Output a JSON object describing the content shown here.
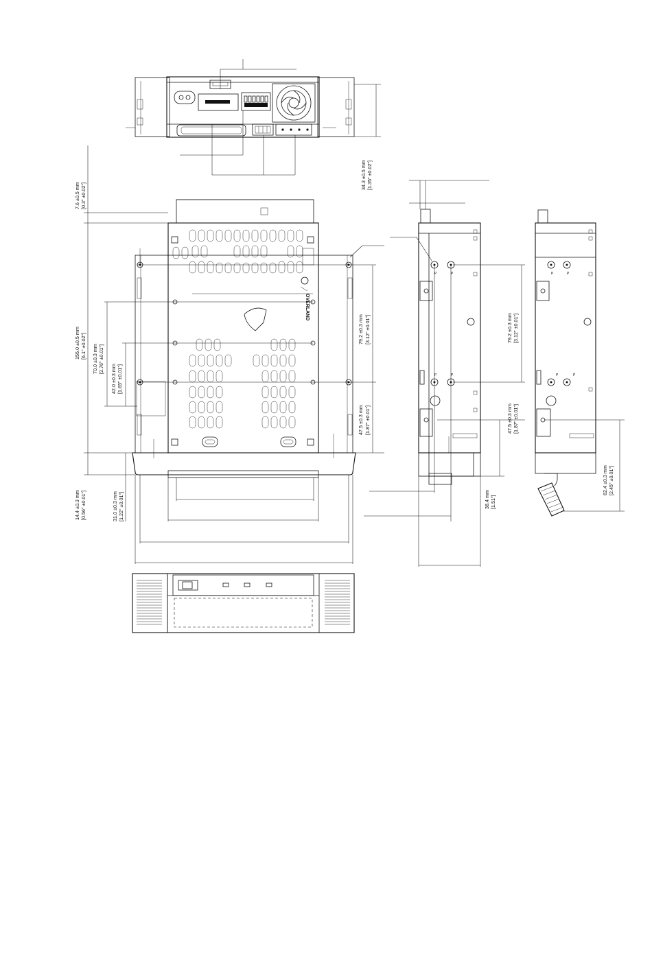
{
  "title": "",
  "dimensions": {
    "d_7_6": {
      "mm": "7.6 ±0.5 mm",
      "inch": "[0.3\" ±0.02\"]"
    },
    "d_34_3": {
      "mm": "34.3 ±0.5 mm",
      "inch": "[1.35\" ±0.02\"]"
    },
    "d_155": {
      "mm": "155.0 ±0.5 mm",
      "inch": "[6.1\" ±0.02\"]"
    },
    "d_70": {
      "mm": "70.0 ±0.3 mm",
      "inch": "[2.76\" ±0.01\"]"
    },
    "d_42": {
      "mm": "42.0 ±0.3 mm",
      "inch": "[1.65\" ±0.01\"]"
    },
    "d_79_2": {
      "mm": "79.2 ±0.3 mm",
      "inch": "[3.12\" ±0.01\"]"
    },
    "d_47_5": {
      "mm": "47.5 ±0.3 mm",
      "inch": "[1.87\" ±0.01\"]"
    },
    "d_14_4": {
      "mm": "14.4 ±0.3 mm",
      "inch": "[0.56\" ±0.01\"]"
    },
    "d_31": {
      "mm": "31.0 ±0.3 mm",
      "inch": "[1.22\" ±0.01\"]"
    },
    "d_79_2_side": {
      "mm": "79.2 ±0.3 mm",
      "inch": "[3.12\" ±0.01\"]"
    },
    "d_47_5_side": {
      "mm": "47.5 ±0.3 mm",
      "inch": "[1.87\" ±0.01\"]"
    },
    "d_38_4": {
      "mm": "38.4 mm",
      "inch": "[1.51\"]"
    },
    "d_62_4": {
      "mm": "62.4 ±0.3 mm",
      "inch": "[2.45\" ±0.01\"]"
    }
  },
  "labels": {
    "brand": "OVERLAND",
    "point_marker": "P"
  }
}
